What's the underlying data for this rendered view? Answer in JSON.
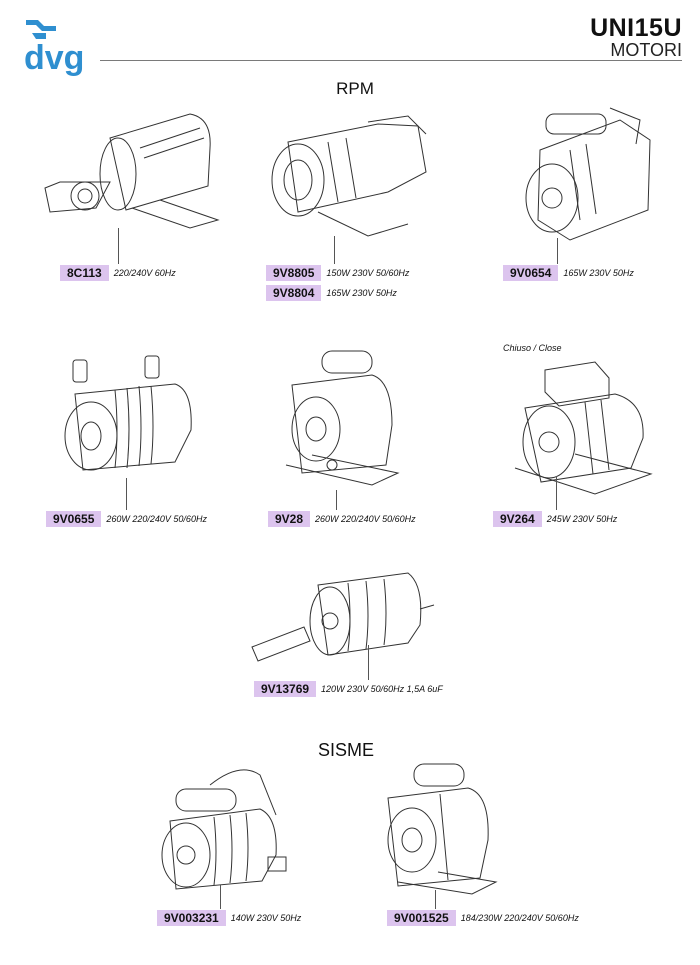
{
  "header": {
    "logo_text": "dvg",
    "doc_code": "UNI15U",
    "subtitle": "MOTORI"
  },
  "sections": {
    "rpm": "RPM",
    "sisme": "SISME"
  },
  "note_closed": "Chiuso / Close",
  "parts": [
    {
      "code": "8C113",
      "spec": "220/240V 60Hz"
    },
    {
      "code": "9V8805",
      "spec": "150W 230V 50/60Hz"
    },
    {
      "code": "9V8804",
      "spec": "165W 230V 50Hz"
    },
    {
      "code": "9V0654",
      "spec": "165W 230V 50Hz"
    },
    {
      "code": "9V0655",
      "spec": "260W 220/240V 50/60Hz"
    },
    {
      "code": "9V28",
      "spec": "260W 220/240V 50/60Hz"
    },
    {
      "code": "9V264",
      "spec": "245W 230V 50Hz"
    },
    {
      "code": "9V13769",
      "spec": "120W 230V 50/60Hz 1,5A 6uF"
    },
    {
      "code": "9V003231",
      "spec": "140W 230V 50Hz"
    },
    {
      "code": "9V001525",
      "spec": "184/230W 220/240V 50/60Hz"
    }
  ],
  "colors": {
    "brand_blue": "#2f8fd0",
    "code_highlight": "#dcc4ee",
    "line_art": "#333333"
  }
}
